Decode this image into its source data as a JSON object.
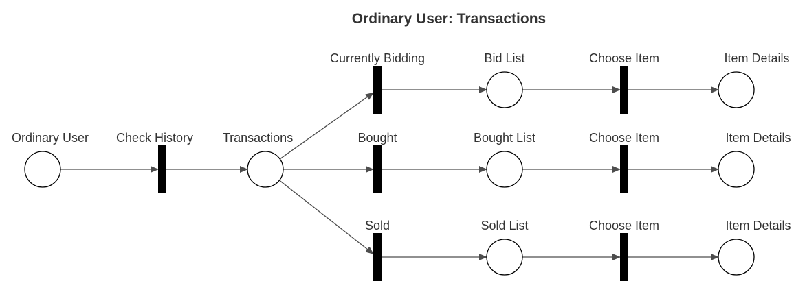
{
  "title": "Ordinary User: Transactions",
  "colors": {
    "arc": "#4d4d4d",
    "node_stroke": "#000000",
    "transition_fill": "#000000",
    "text": "#333333",
    "background": "#ffffff"
  },
  "nodes": [
    {
      "id": "ordinary-user",
      "kind": "place",
      "label": "Ordinary User"
    },
    {
      "id": "check-history",
      "kind": "transition",
      "label": "Check History"
    },
    {
      "id": "transactions",
      "kind": "place",
      "label": "Transactions"
    },
    {
      "id": "currently-bidding",
      "kind": "transition",
      "label": "Currently Bidding"
    },
    {
      "id": "bid-list",
      "kind": "place",
      "label": "Bid List"
    },
    {
      "id": "choose-item-1",
      "kind": "transition",
      "label": "Choose Item"
    },
    {
      "id": "item-details-1",
      "kind": "place",
      "label": "Item Details"
    },
    {
      "id": "bought",
      "kind": "transition",
      "label": "Bought"
    },
    {
      "id": "bought-list",
      "kind": "place",
      "label": "Bought List"
    },
    {
      "id": "choose-item-2",
      "kind": "transition",
      "label": "Choose Item"
    },
    {
      "id": "item-details-2",
      "kind": "place",
      "label": "Item Details"
    },
    {
      "id": "sold",
      "kind": "transition",
      "label": "Sold"
    },
    {
      "id": "sold-list",
      "kind": "place",
      "label": "Sold List"
    },
    {
      "id": "choose-item-3",
      "kind": "transition",
      "label": "Choose Item"
    },
    {
      "id": "item-details-3",
      "kind": "place",
      "label": "Item Details"
    }
  ],
  "edges": [
    {
      "from": "ordinary-user",
      "to": "check-history"
    },
    {
      "from": "check-history",
      "to": "transactions"
    },
    {
      "from": "transactions",
      "to": "currently-bidding"
    },
    {
      "from": "transactions",
      "to": "bought"
    },
    {
      "from": "transactions",
      "to": "sold"
    },
    {
      "from": "currently-bidding",
      "to": "bid-list"
    },
    {
      "from": "bid-list",
      "to": "choose-item-1"
    },
    {
      "from": "choose-item-1",
      "to": "item-details-1"
    },
    {
      "from": "bought",
      "to": "bought-list"
    },
    {
      "from": "bought-list",
      "to": "choose-item-2"
    },
    {
      "from": "choose-item-2",
      "to": "item-details-2"
    },
    {
      "from": "sold",
      "to": "sold-list"
    },
    {
      "from": "sold-list",
      "to": "choose-item-3"
    },
    {
      "from": "choose-item-3",
      "to": "item-details-3"
    }
  ]
}
